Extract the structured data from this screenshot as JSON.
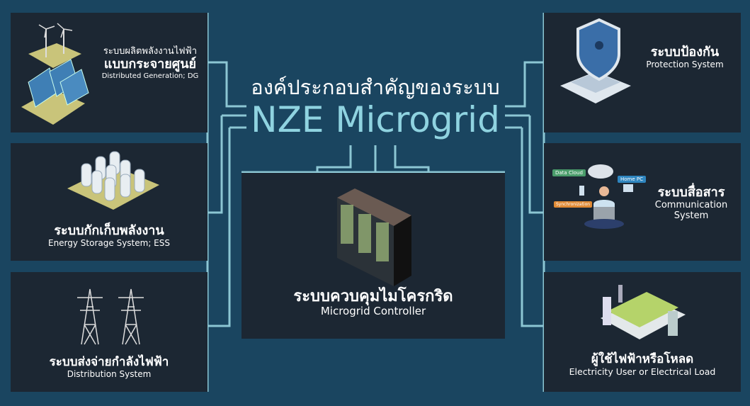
{
  "header": {
    "title_th": "องค์ประกอบสำคัญของระบบ",
    "title_en": "NZE Microgrid"
  },
  "left": [
    {
      "th_line1": "ระบบผลิตพลังงานไฟฟ้า",
      "th_line2": "แบบกระจายศูนย์",
      "en": "Distributed Generation; DG"
    },
    {
      "th": "ระบบกักเก็บพลังงาน",
      "en": "Energy Storage System; ESS"
    },
    {
      "th": "ระบบส่งจ่ายกำลังไฟฟ้า",
      "en": "Distribution System"
    }
  ],
  "center": {
    "th": "ระบบควบคุมไมโครกริด",
    "en": "Microgrid Controller"
  },
  "right": [
    {
      "th": "ระบบป้องกัน",
      "en": "Protection System"
    },
    {
      "th": "ระบบสื่อสาร",
      "en_line1": "Communication",
      "en_line2": "System",
      "tags": [
        "Data Cloud",
        "Home PC",
        "Synchronization"
      ]
    },
    {
      "th": "ผู้ใช้ไฟฟ้าหรือโหลด",
      "en": "Electricity User or Electrical Load"
    }
  ],
  "colors": {
    "background": "#1a4560",
    "panel": "#1c2733",
    "accent": "#8fd3e0",
    "line": "#8cc6d3"
  }
}
